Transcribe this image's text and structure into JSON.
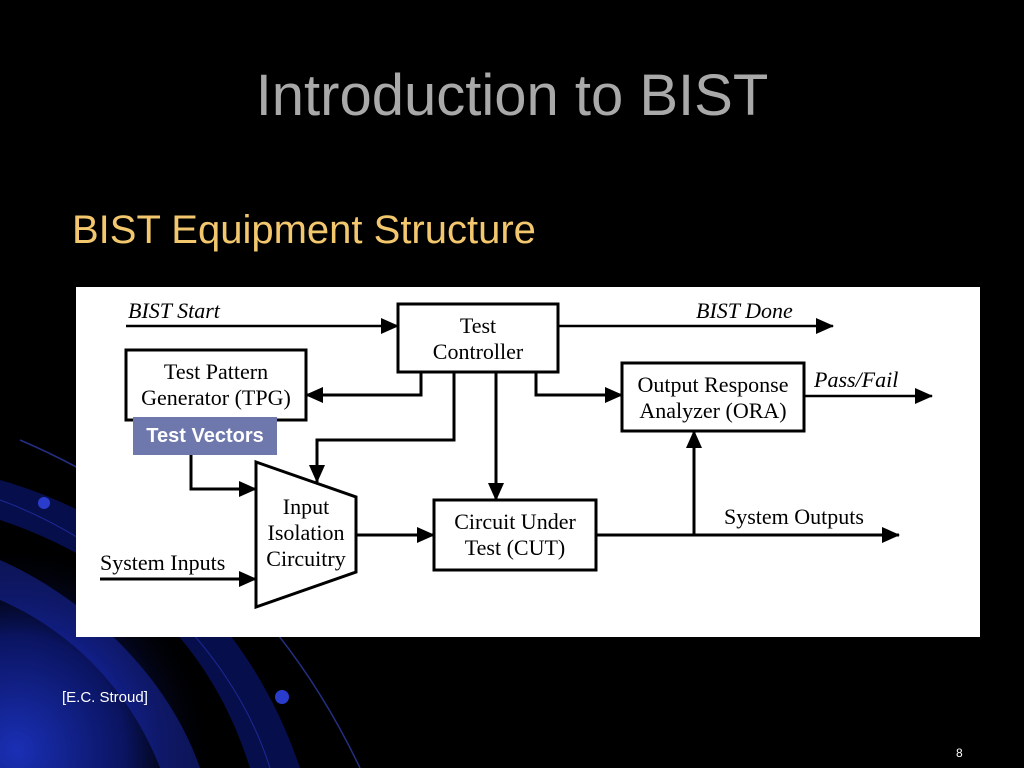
{
  "slide": {
    "title": "Introduction to BIST",
    "subtitle": "BIST Equipment Structure",
    "citation": "[E.C. Stroud]",
    "page_number": "8"
  },
  "diagram": {
    "bist_start": "BIST Start",
    "bist_done": "BIST Done",
    "test_controller": [
      "Test",
      "Controller"
    ],
    "tpg": [
      "Test Pattern",
      "Generator (TPG)"
    ],
    "test_vectors": "Test Vectors",
    "ora": [
      "Output Response",
      "Analyzer (ORA)"
    ],
    "pass_fail": "Pass/Fail",
    "input_isolation": [
      "Input",
      "Isolation",
      "Circuitry"
    ],
    "cut": [
      "Circuit Under",
      "Test (CUT)"
    ],
    "system_inputs": "System Inputs",
    "system_outputs": "System Outputs"
  },
  "colors": {
    "background": "#000000",
    "title": "#a9a9a9",
    "subtitle": "#f2c76e",
    "badge": "#6f78ad"
  }
}
